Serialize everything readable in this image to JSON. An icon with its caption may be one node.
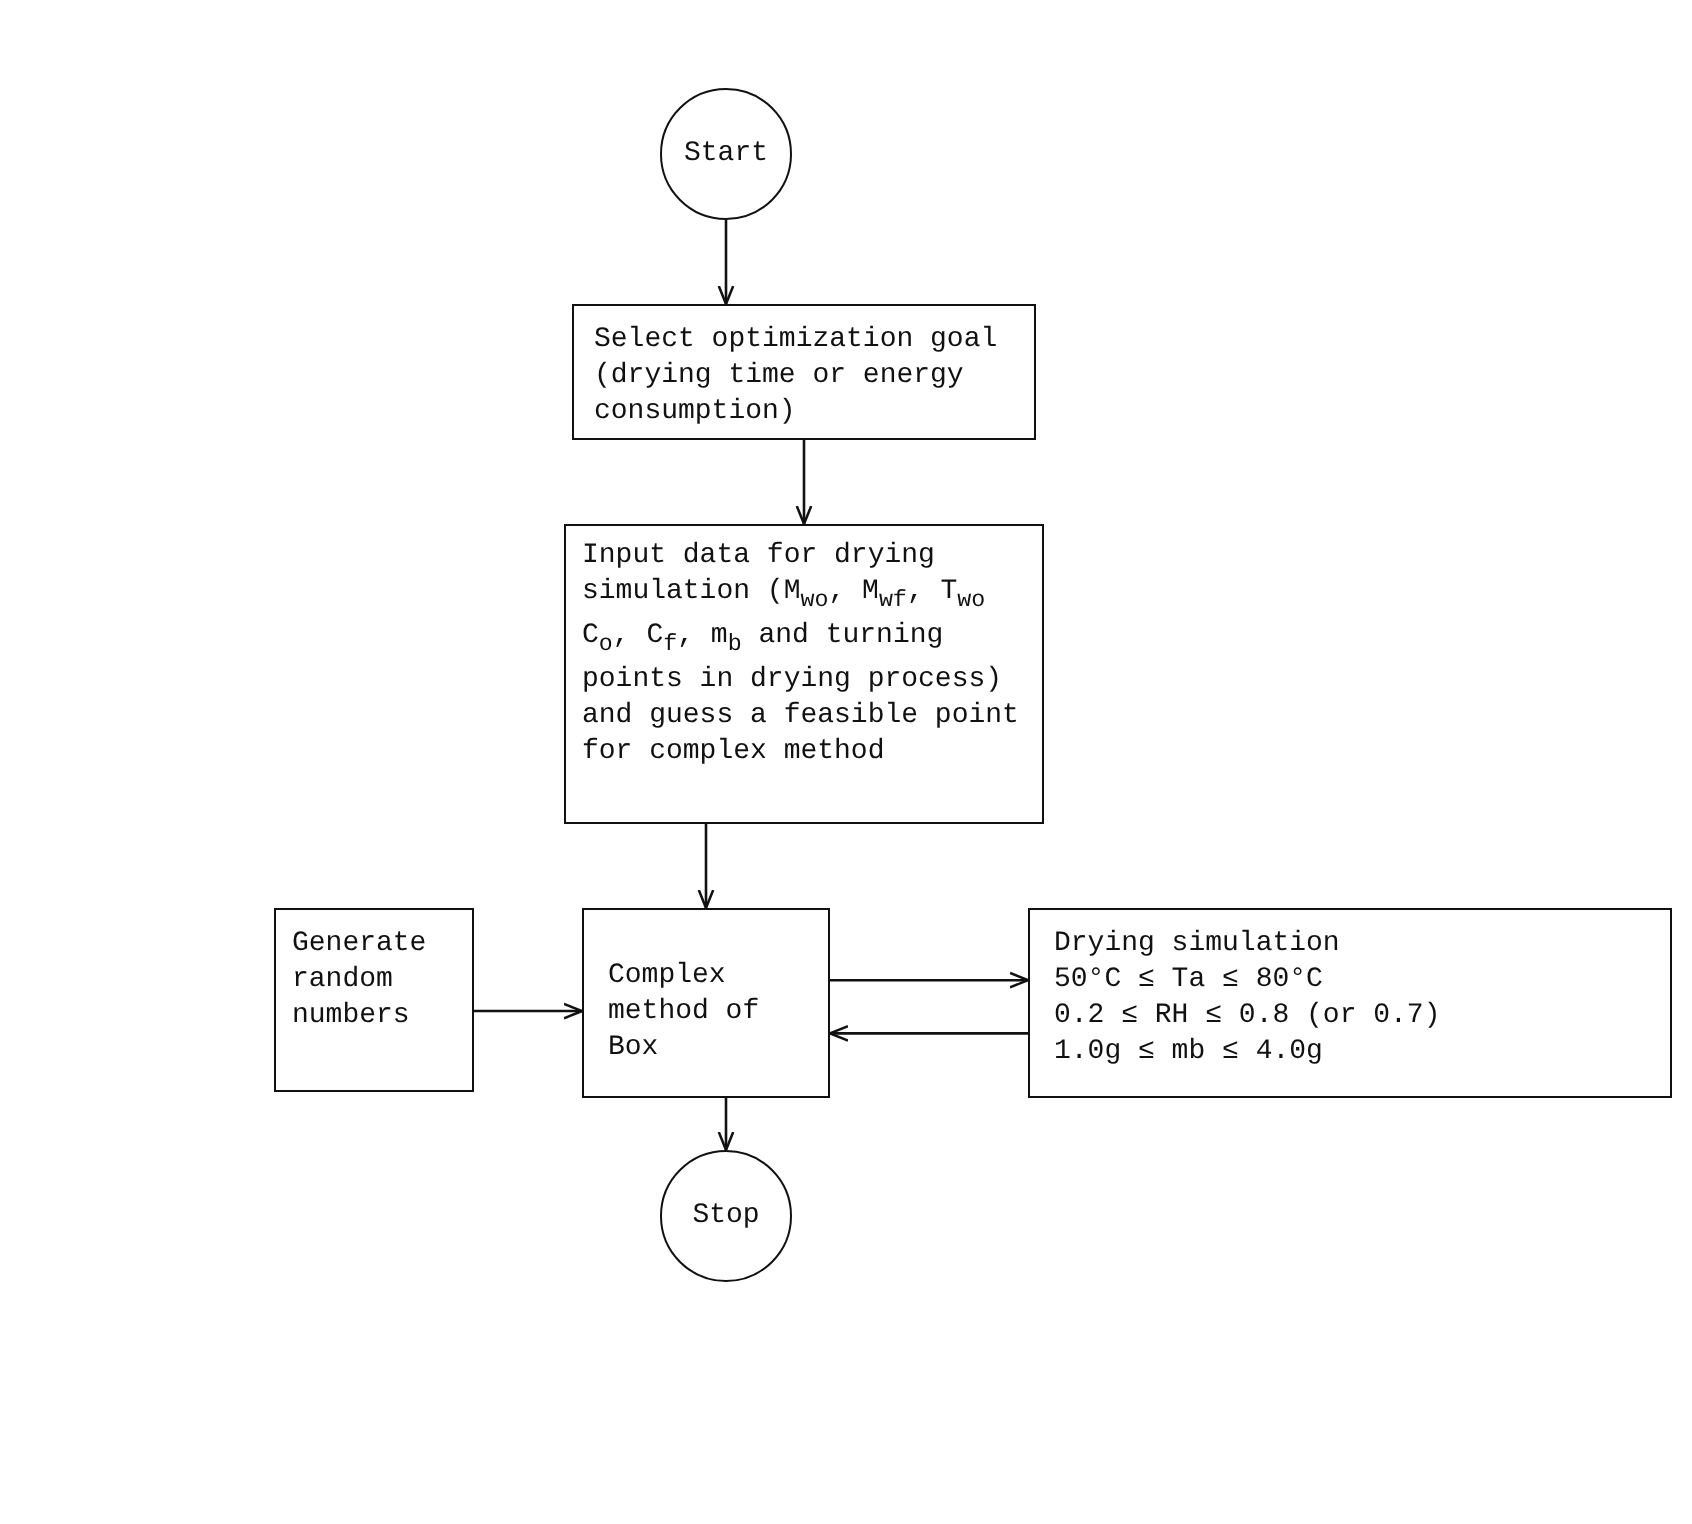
{
  "diagram": {
    "nodes": [
      {
        "text": [
          "Start"
        ]
      },
      {
        "text": [
          "Select optimization goal (drying time or energy consumption)"
        ]
      },
      {
        "text": [
          "Input data for drying simulation (M$_{wo}$, M$_{wf}$, T$_{wo}$ C$_{o}$, C$_{f}$, m$_{b}$ and turning points in drying process) and guess a feasible point for complex method"
        ]
      },
      {
        "text": [
          "Generate random numbers"
        ]
      },
      {
        "text": [
          "Complex method of Box"
        ]
      },
      {
        "text": [
          "Drying simulation",
          "50°C ≤ Ta ≤ 80°C",
          "0.2 ≤ RH ≤ 0.8 (or 0.7)",
          "1.0g ≤ mb ≤ 4.0g"
        ]
      },
      {
        "text": [
          "Stop"
        ]
      }
    ],
    "edges": [
      {
        "from": 0,
        "to": 1,
        "arrow": "to"
      },
      {
        "from": 1,
        "to": 2,
        "arrow": "to"
      },
      {
        "from": 2,
        "to": 4,
        "arrow": "to"
      },
      {
        "from": 3,
        "to": 4,
        "arrow": "to"
      },
      {
        "from": 4,
        "to": 5,
        "arrow": "to"
      },
      {
        "from": 5,
        "to": 4,
        "arrow": "to"
      },
      {
        "from": 4,
        "to": 6,
        "arrow": "to"
      }
    ]
  }
}
